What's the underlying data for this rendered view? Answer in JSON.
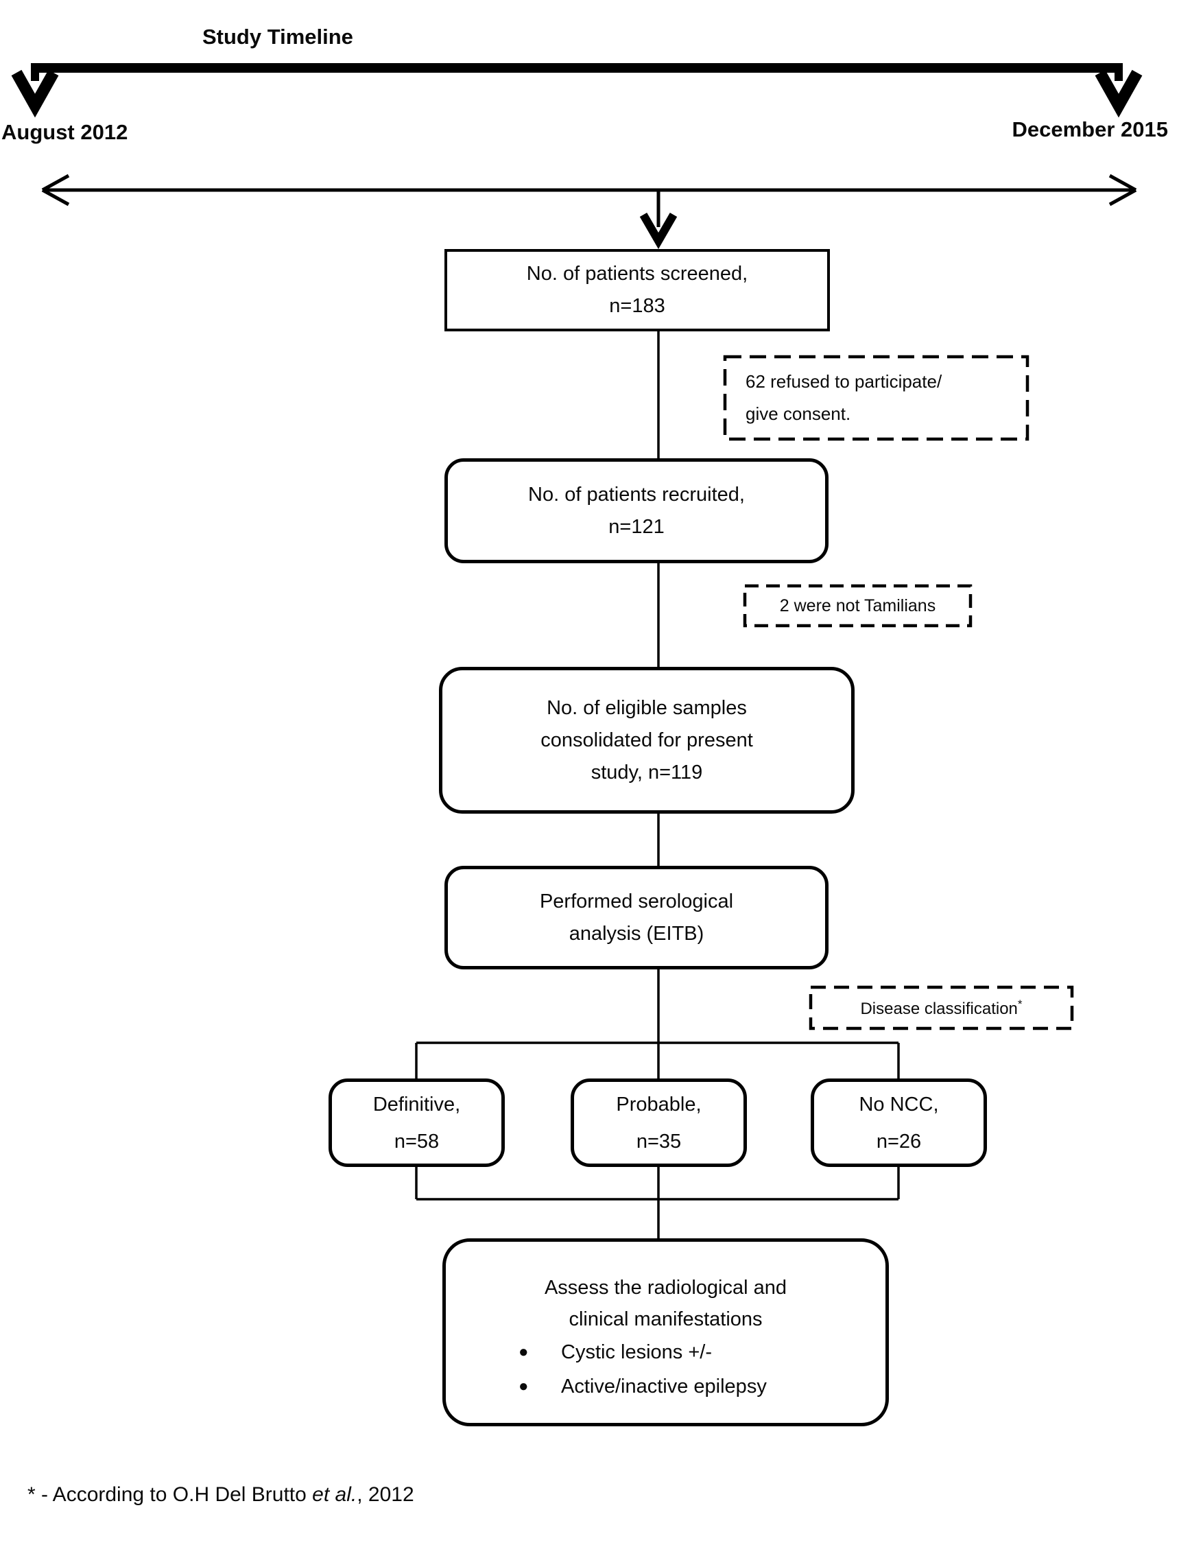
{
  "colors": {
    "ink": "#000000",
    "background": "#ffffff"
  },
  "timeline": {
    "title": "Study Timeline",
    "start_label": "August 2012",
    "end_label": "December 2015"
  },
  "flow": {
    "screened": {
      "line1": "No. of patients screened,",
      "line2": "n=183"
    },
    "refused_note": {
      "line1": "62 refused to participate/",
      "line2": "give consent."
    },
    "recruited": {
      "line1": "No. of patients recruited,",
      "line2": "n=121"
    },
    "tamilians_note": {
      "text": "2 were not Tamilians"
    },
    "eligible": {
      "line1": "No. of eligible samples",
      "line2": "consolidated for present",
      "line3": "study, n=119"
    },
    "serology": {
      "line1": "Performed serological",
      "line2": "analysis (EITB)"
    },
    "classification_note": {
      "text": "Disease classification",
      "sup": "*"
    },
    "definitive": {
      "line1": "Definitive,",
      "line2": "n=58"
    },
    "probable": {
      "line1": "Probable,",
      "line2": "n=35"
    },
    "no_ncc": {
      "line1": "No NCC,",
      "line2": "n=26"
    },
    "assess": {
      "line1": "Assess the radiological and",
      "line2": "clinical manifestations",
      "bullets": [
        "Cystic lesions +/-",
        "Active/inactive epilepsy"
      ],
      "bullet_glyph": "●"
    }
  },
  "footnote": {
    "prefix": "* - According to O.H Del Brutto ",
    "italic": "et al.",
    "suffix": ", 2012"
  }
}
